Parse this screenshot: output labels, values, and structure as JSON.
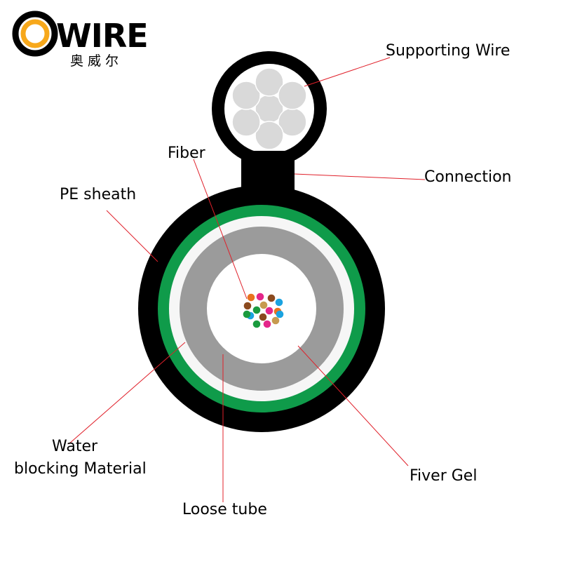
{
  "logo": {
    "wordmark": "WIRE",
    "chinese": "奥威尔",
    "ring_color": "#f7a81b",
    "dark_color": "#000000"
  },
  "labels": {
    "supporting_wire": "Supporting Wire",
    "connection": "Connection",
    "fiber": "Fiber",
    "pe_sheath": "PE sheath",
    "water_blocking_line1": "Water",
    "water_blocking_line2": "blocking Material",
    "fiber_gel": "Fiver Gel",
    "loose_tube": "Loose tube"
  },
  "colors": {
    "sheath": "#000000",
    "green_layer": "#0f9b4a",
    "water_blocking": "#f6f6f6",
    "loose_tube": "#9b9b9b",
    "gel": "#ffffff",
    "strand": "#d9d9d9",
    "leader_line": "#e0202a"
  },
  "fiber_colors": [
    "#e8731f",
    "#e4268a",
    "#8b4a1f",
    "#8b4a1f",
    "#c79a4f",
    "#1ba3e0",
    "#1a9b3e",
    "#e4268a",
    "#1ba3e0",
    "#8b4a1f",
    "#e8731f",
    "#1a9b3e",
    "#e4268a",
    "#c79a4f",
    "#1a9b3e",
    "#1ba3e0"
  ]
}
